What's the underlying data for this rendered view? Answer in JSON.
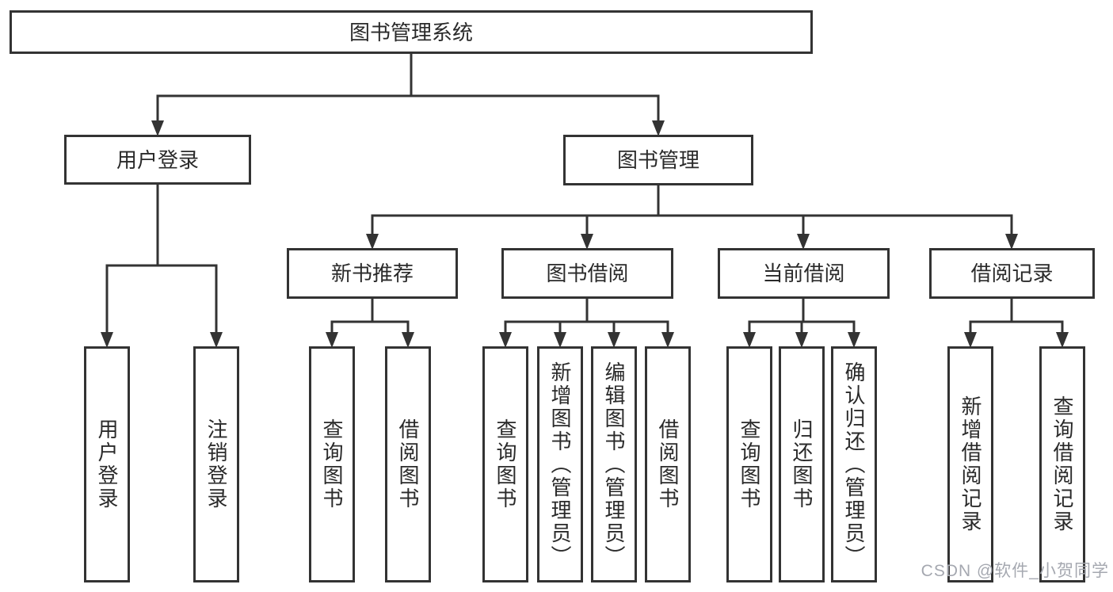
{
  "tree": {
    "root": {
      "label": "图书管理系统"
    },
    "branches": [
      {
        "label": "用户登录",
        "children": [
          {
            "label": "用户登录"
          },
          {
            "label": "注销登录"
          }
        ]
      },
      {
        "label": "图书管理",
        "sections": [
          {
            "label": "新书推荐",
            "children": [
              {
                "label": "查询图书"
              },
              {
                "label": "借阅图书"
              }
            ]
          },
          {
            "label": "图书借阅",
            "children": [
              {
                "label": "查询图书"
              },
              {
                "label": "新增图书（管理员）"
              },
              {
                "label": "编辑图书（管理员）"
              },
              {
                "label": "借阅图书"
              }
            ]
          },
          {
            "label": "当前借阅",
            "children": [
              {
                "label": "查询图书"
              },
              {
                "label": "归还图书"
              },
              {
                "label": "确认归还（管理员）"
              }
            ]
          },
          {
            "label": "借阅记录",
            "children": [
              {
                "label": "新增借阅记录"
              },
              {
                "label": "查询借阅记录"
              }
            ]
          }
        ]
      }
    ]
  },
  "watermark": "CSDN @软件_小贺同学",
  "colors": {
    "line": "#333333",
    "box_border": "#333333",
    "text": "#2a2a2a",
    "background": "#ffffff",
    "watermark": "#a5a8b0"
  }
}
